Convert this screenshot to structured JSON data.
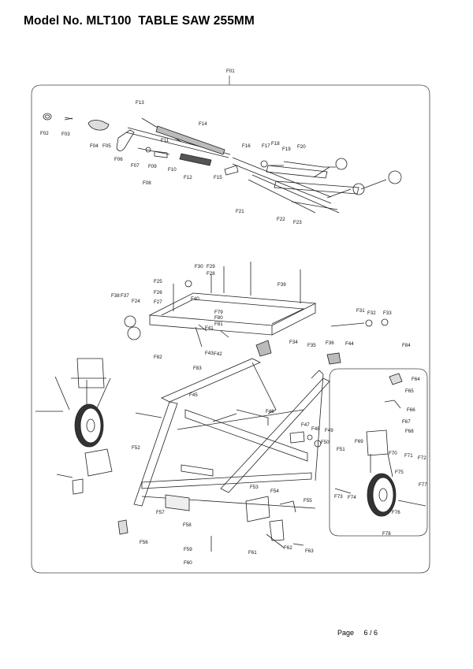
{
  "header": {
    "title": "Model No. MLT100  TABLE SAW 255MM"
  },
  "footer": {
    "page_label": "Page",
    "page_number": "6 / 6"
  },
  "diagram": {
    "frame_label": "F01",
    "parts": [
      "F02",
      "F03",
      "F04",
      "F05",
      "F06",
      "F07",
      "F08",
      "F09",
      "F10",
      "F11",
      "F12",
      "F13",
      "F14",
      "F15",
      "F16",
      "F17",
      "F18",
      "F19",
      "F20",
      "F21",
      "F22",
      "F23",
      "F24",
      "F25",
      "F26",
      "F27",
      "F28",
      "F29",
      "F30",
      "F31",
      "F32",
      "F33",
      "F34",
      "F35",
      "F36",
      "F37",
      "F38",
      "F39",
      "F40",
      "F41",
      "F42",
      "F43",
      "F44",
      "F45",
      "F46",
      "F47",
      "F48",
      "F49",
      "F50",
      "F51",
      "F52",
      "F53",
      "F54",
      "F55",
      "F56",
      "F57",
      "F58",
      "F59",
      "F60",
      "F61",
      "F62",
      "F63",
      "F64",
      "F65",
      "F66",
      "F67",
      "F68",
      "F69",
      "F70",
      "F71",
      "F72",
      "F73",
      "F74",
      "F75",
      "F76",
      "F77",
      "F78",
      "F79",
      "F80",
      "F81",
      "F82",
      "F83",
      "F84"
    ]
  }
}
